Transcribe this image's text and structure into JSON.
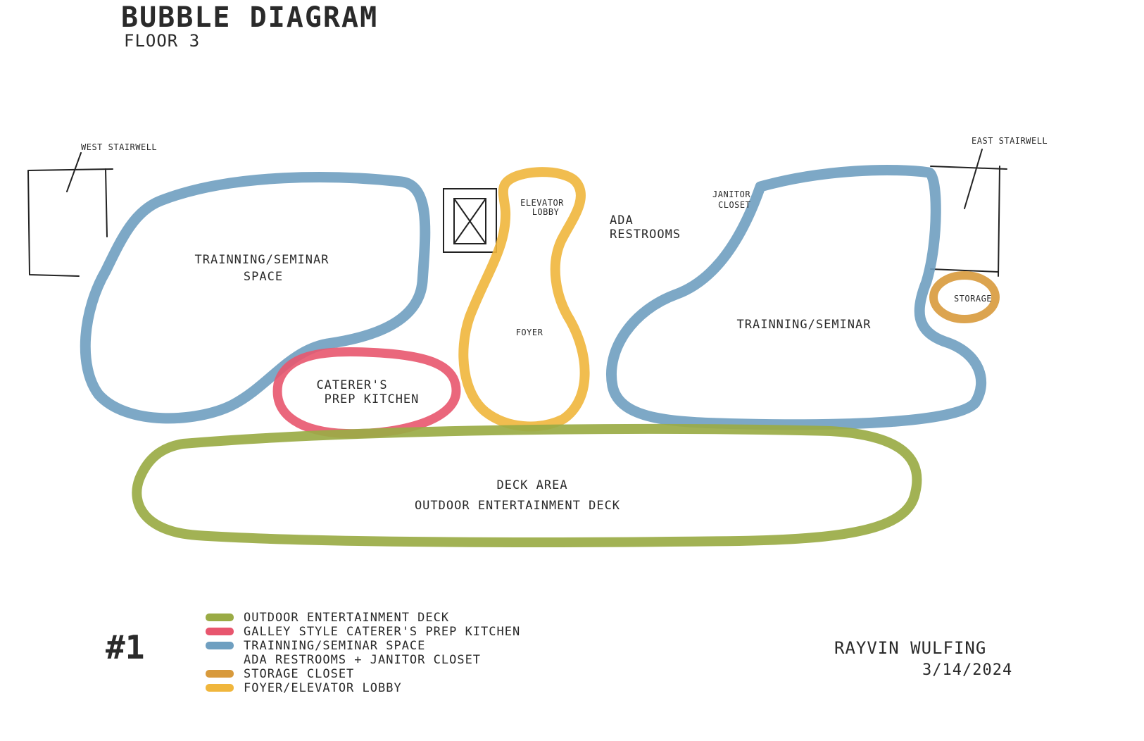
{
  "title": "BUBBLE DIAGRAM",
  "subtitle": "FLOOR 3",
  "labels": {
    "west_stairwell": "WEST STAIRWELL",
    "east_stairwell": "EAST STAIRWELL",
    "training_west_line1": "TRAINNING/SEMINAR",
    "training_west_line2": "SPACE",
    "elevator_lobby_line1": "ELEVATOR",
    "elevator_lobby_line2": "LOBBY",
    "foyer": "FOYER",
    "ada_line1": "ADA",
    "ada_line2": "RESTROOMS",
    "janitor_line1": "JANITOR",
    "janitor_line2": "CLOSET",
    "training_east": "TRAINNING/SEMINAR",
    "storage": "STORAGE",
    "caterer_line1": "CATERER'S",
    "caterer_line2": "PREP KITCHEN",
    "deck_line1": "DECK AREA",
    "deck_line2": "OUTDOOR ENTERTAINMENT DECK"
  },
  "legend": [
    {
      "label": "OUTDOOR ENTERTAINMENT DECK",
      "color": "#9aab45"
    },
    {
      "label": "GALLEY STYLE CATERER'S PREP KITCHEN",
      "color": "#e8566e"
    },
    {
      "label": "TRAINNING/SEMINAR SPACE",
      "color": "#6f9fc0"
    },
    {
      "label": "ADA RESTROOMS + JANITOR CLOSET",
      "color": "#ffffff"
    },
    {
      "label": "STORAGE CLOSET",
      "color": "#d89a3c"
    },
    {
      "label": "FOYER/ELEVATOR LOBBY",
      "color": "#f0b63c"
    }
  ],
  "sheet_number": "#1",
  "author": "RAYVIN WULFING",
  "date": "3/14/2024",
  "colors": {
    "deck": "#9aab45",
    "kitchen": "#e8566e",
    "training": "#6f9fc0",
    "storage": "#d89a3c",
    "foyer": "#f0b63c",
    "ink": "#2a2a2a"
  }
}
